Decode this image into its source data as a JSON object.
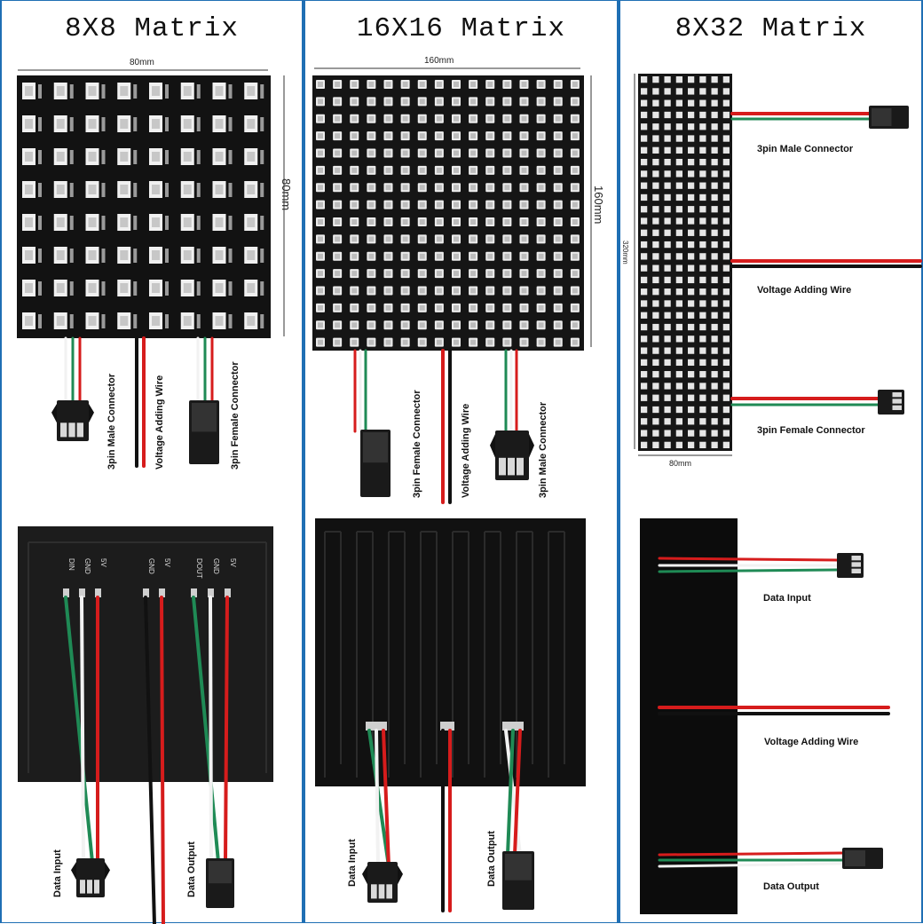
{
  "panels": [
    {
      "title": "8X8 Matrix",
      "width_label": "80mm",
      "height_label": "80mm",
      "labels": {
        "male": "3pin Male Connector",
        "voltage": "Voltage Adding Wire",
        "female": "3pin Female Connector",
        "data_input": "Data Input",
        "data_output": "Data Output"
      },
      "pcb_text": {
        "p1": "DIN",
        "p2": "GND",
        "p3": "5V",
        "p4": "GND",
        "p5": "5V",
        "p6": "DOUT",
        "p7": "GND",
        "p8": "5V"
      }
    },
    {
      "title": "16X16 Matrix",
      "width_label": "160mm",
      "height_label": "160mm",
      "labels": {
        "female": "3pin Female Connector",
        "voltage": "Voltage Adding Wire",
        "male": "3pin Male Connector",
        "data_input": "Data Input",
        "data_output": "Data Output"
      }
    },
    {
      "title": "8X32 Matrix",
      "width_label": "80mm",
      "height_label": "320mm",
      "labels": {
        "male": "3pin Male Connector",
        "voltage": "Voltage Adding Wire",
        "female": "3pin Female Connector",
        "data_input": "Data Input",
        "voltage2": "Voltage Adding Wire",
        "data_output": "Data Output"
      }
    }
  ],
  "colors": {
    "board": "#141414",
    "wire_red": "#d61c1c",
    "wire_green": "#1f8a55",
    "wire_white": "#f2f2f2",
    "wire_black": "#111111",
    "border": "#1f6fb4"
  }
}
